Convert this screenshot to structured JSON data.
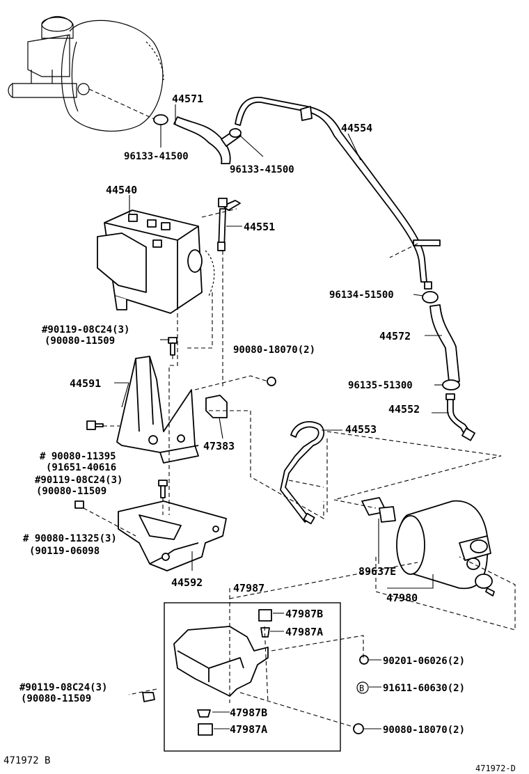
{
  "labels": {
    "p44571": "44571",
    "p96133a": "96133-41500",
    "p96133b": "96133-41500",
    "p44554": "44554",
    "p44540": "44540",
    "p44551": "44551",
    "p90119a": "#90119-08C24(3)",
    "p90080a": "(90080-11509",
    "p90080_18070a": "90080-18070(2)",
    "p96134": "96134-51500",
    "p44572": "44572",
    "p44591": "44591",
    "p96135": "96135-51300",
    "p44552": "44552",
    "p44553": "44553",
    "p47383": "47383",
    "p90080_11395": "# 90080-11395",
    "p91651": "(91651-40616",
    "p90119b": "#90119-08C24(3)",
    "p90080b": "(90080-11509",
    "p90080_11325": "# 90080-11325(3)",
    "p90119_06098": "(90119-06098",
    "p44592": "44592",
    "p89637E": "89637E",
    "p47980": "47980",
    "p47987": "47987",
    "p47987B_top": "47987B",
    "p47987A_top": "47987A",
    "p90201": "90201-06026(2)",
    "p91611_code": "B",
    "p91611": "91611-60630(2)",
    "p90119c": "#90119-08C24(3)",
    "p90080c": "(90080-11509",
    "p47987B_bot": "47987B",
    "p47987A_bot": "47987A",
    "p90080_18070b": "90080-18070(2)",
    "ref_left": "471972 B",
    "ref_right": "471972-D"
  }
}
